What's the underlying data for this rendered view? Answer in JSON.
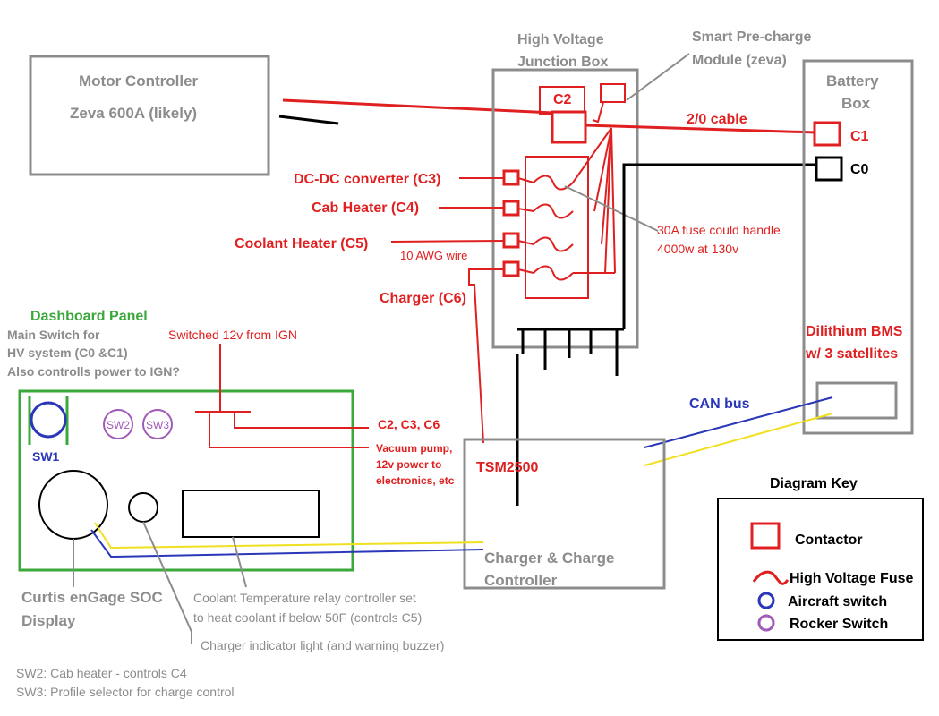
{
  "labels": {
    "motor_controller_title": "Motor Controller",
    "motor_controller_model": "Zeva 600A (likely)",
    "hvjb_line1": "High Voltage",
    "hvjb_line2": "Junction Box",
    "precharge_line1": "Smart Pre-charge",
    "precharge_line2": "Module (zeva)",
    "battery_line1": "Battery",
    "battery_line2": "Box",
    "c2": "C2",
    "cable": "2/0 cable",
    "c1": "C1",
    "c0": "C0",
    "dcdc": "DC-DC converter (C3)",
    "cab_heater": "Cab Heater (C4)",
    "coolant_heater": "Coolant Heater (C5)",
    "awg": "10 AWG wire",
    "charger_c6": "Charger (C6)",
    "fuse_note_line1": "30A fuse could handle",
    "fuse_note_line2": "4000w at 130v",
    "bms_line1": "Dilithium BMS",
    "bms_line2": "w/ 3 satellites",
    "can_bus": "CAN bus",
    "dashboard_panel": "Dashboard Panel",
    "main_switch_line1": "Main Switch for",
    "main_switch_line2": "HV system (C0 &C1)",
    "main_switch_line3": "Also controlls power to IGN?",
    "switched_12v": "Switched 12v from IGN",
    "c2c3c6": "C2, C3, C6",
    "vacuum_line1": "Vacuum pump,",
    "vacuum_line2": "12v power to",
    "vacuum_line3": "electronics, etc",
    "sw1": "SW1",
    "sw2": "SW2",
    "sw3": "SW3",
    "tsm": "TSM2500",
    "charger_ctrl_line1": "Charger & Charge",
    "charger_ctrl_line2": "Controller",
    "curtis_line1": "Curtis enGage SOC",
    "curtis_line2": "Display",
    "coolant_relay_line1": "Coolant Temperature relay controller set",
    "coolant_relay_line2": "to heat coolant if below 50F (controls C5)",
    "charger_light": "Charger indicator light (and warning buzzer)",
    "sw2_note": "SW2:  Cab heater - controls C4",
    "sw3_note": "SW3: Profile selector for charge control",
    "key_title": "Diagram Key",
    "key_contactor": "Contactor",
    "key_fuse": "High Voltage Fuse",
    "key_aircraft": "Aircraft switch",
    "key_rocker": "Rocker Switch"
  },
  "colors": {
    "gray": "#8c8c8c",
    "red": "#e02020",
    "black": "#000000",
    "green": "#3aa83a",
    "blue": "#2a37b8",
    "purple": "#a05ab8",
    "yellow": "#f0e020"
  }
}
